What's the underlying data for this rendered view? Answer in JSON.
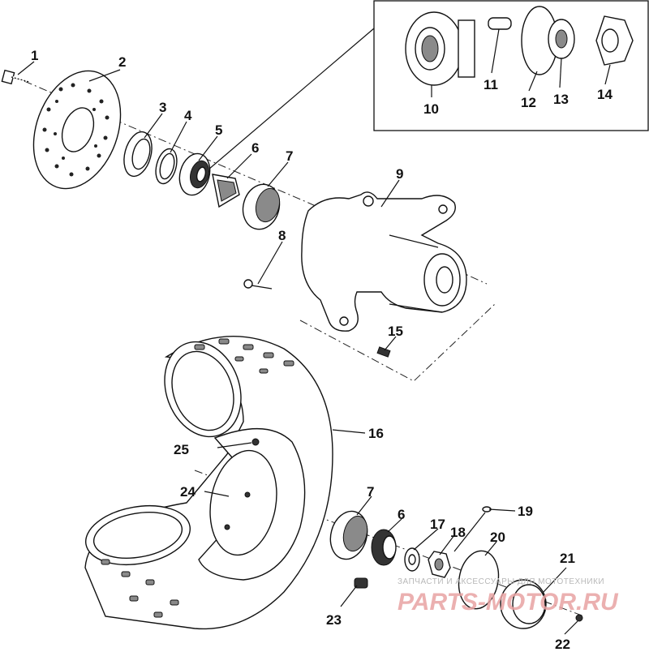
{
  "labels": {
    "p1": "1",
    "p2": "2",
    "p3": "3",
    "p4": "4",
    "p5": "5",
    "p6": "6",
    "p7": "7",
    "p8": "8",
    "p9": "9",
    "p10": "10",
    "p11": "11",
    "p12": "12",
    "p13": "13",
    "p14": "14",
    "p15": "15",
    "p16": "16",
    "p6b": "6",
    "p7b": "7",
    "p17": "17",
    "p18": "18",
    "p19": "19",
    "p20": "20",
    "p21": "21",
    "p22": "22",
    "p23": "23",
    "p24": "24",
    "p25": "25"
  },
  "watermark": {
    "caption": "ЗАПЧАСТИ И АКСЕССУАРЫ ДЛЯ МОТОТЕХНИКИ",
    "brand": "PARTS-MOTOR.RU"
  }
}
